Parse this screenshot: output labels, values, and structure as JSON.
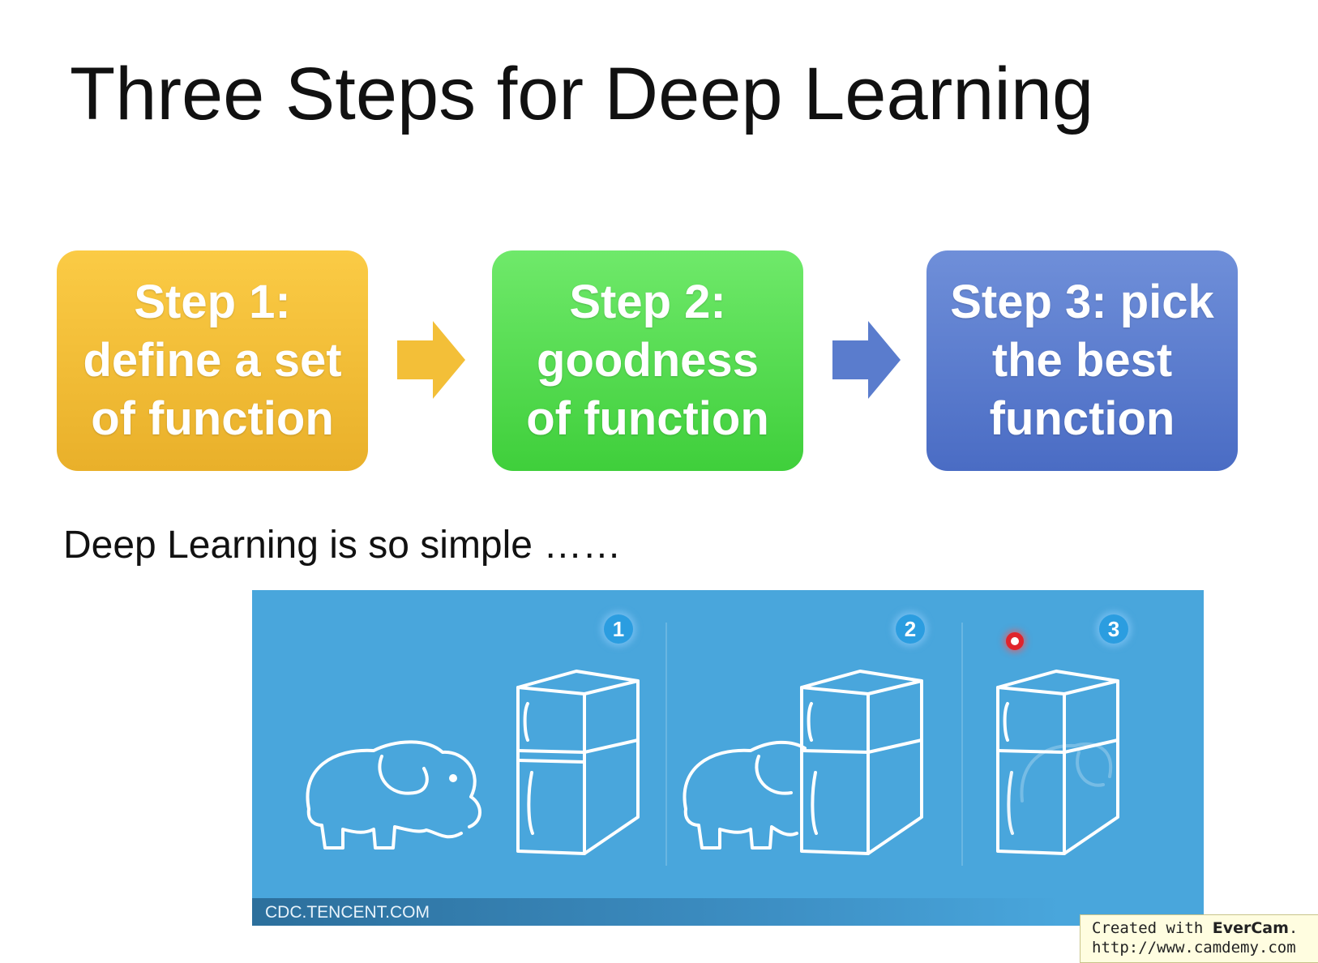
{
  "slide": {
    "title": "Three Steps for Deep Learning",
    "steps": [
      {
        "label": "Step 1: define a set of function",
        "color": "#f3bf38"
      },
      {
        "label": "Step 2: goodness of function",
        "color": "#54dc4f"
      },
      {
        "label": "Step 3: pick the best function",
        "color": "#5a7ccd"
      }
    ],
    "arrow_colors": [
      "#f3bf38",
      "#5a7ccd"
    ],
    "subtitle": "Deep Learning is so simple ……"
  },
  "illustration": {
    "background_color": "#49a6dc",
    "source": "CDC.TENCENT.COM",
    "badges": [
      "1",
      "2",
      "3"
    ],
    "icons": [
      "elephant-icon",
      "fridge-icon",
      "record-indicator-icon"
    ]
  },
  "watermark": {
    "prefix": "Created with ",
    "brand": "EverCam",
    "suffix": ".",
    "url": "http://www.camdemy.com"
  }
}
